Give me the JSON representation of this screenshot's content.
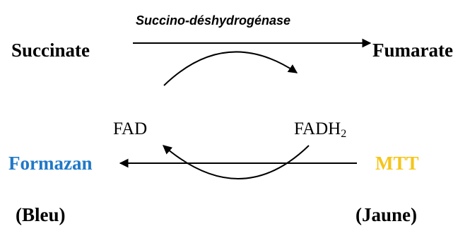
{
  "enzyme": "Succino-déshydrogénase",
  "substrate": "Succinate",
  "product": "Fumarate",
  "cofactor_oxidized": "FAD",
  "cofactor_reduced": {
    "base": "FADH",
    "subscript": "2"
  },
  "dye_reduced": {
    "name": "Formazan",
    "color_label": "(Bleu)",
    "color": "#1F78C8"
  },
  "dye_oxidized": {
    "name": "MTT",
    "color_label": "(Jaune)",
    "color": "#F5C518"
  },
  "ink_color": "#000000"
}
